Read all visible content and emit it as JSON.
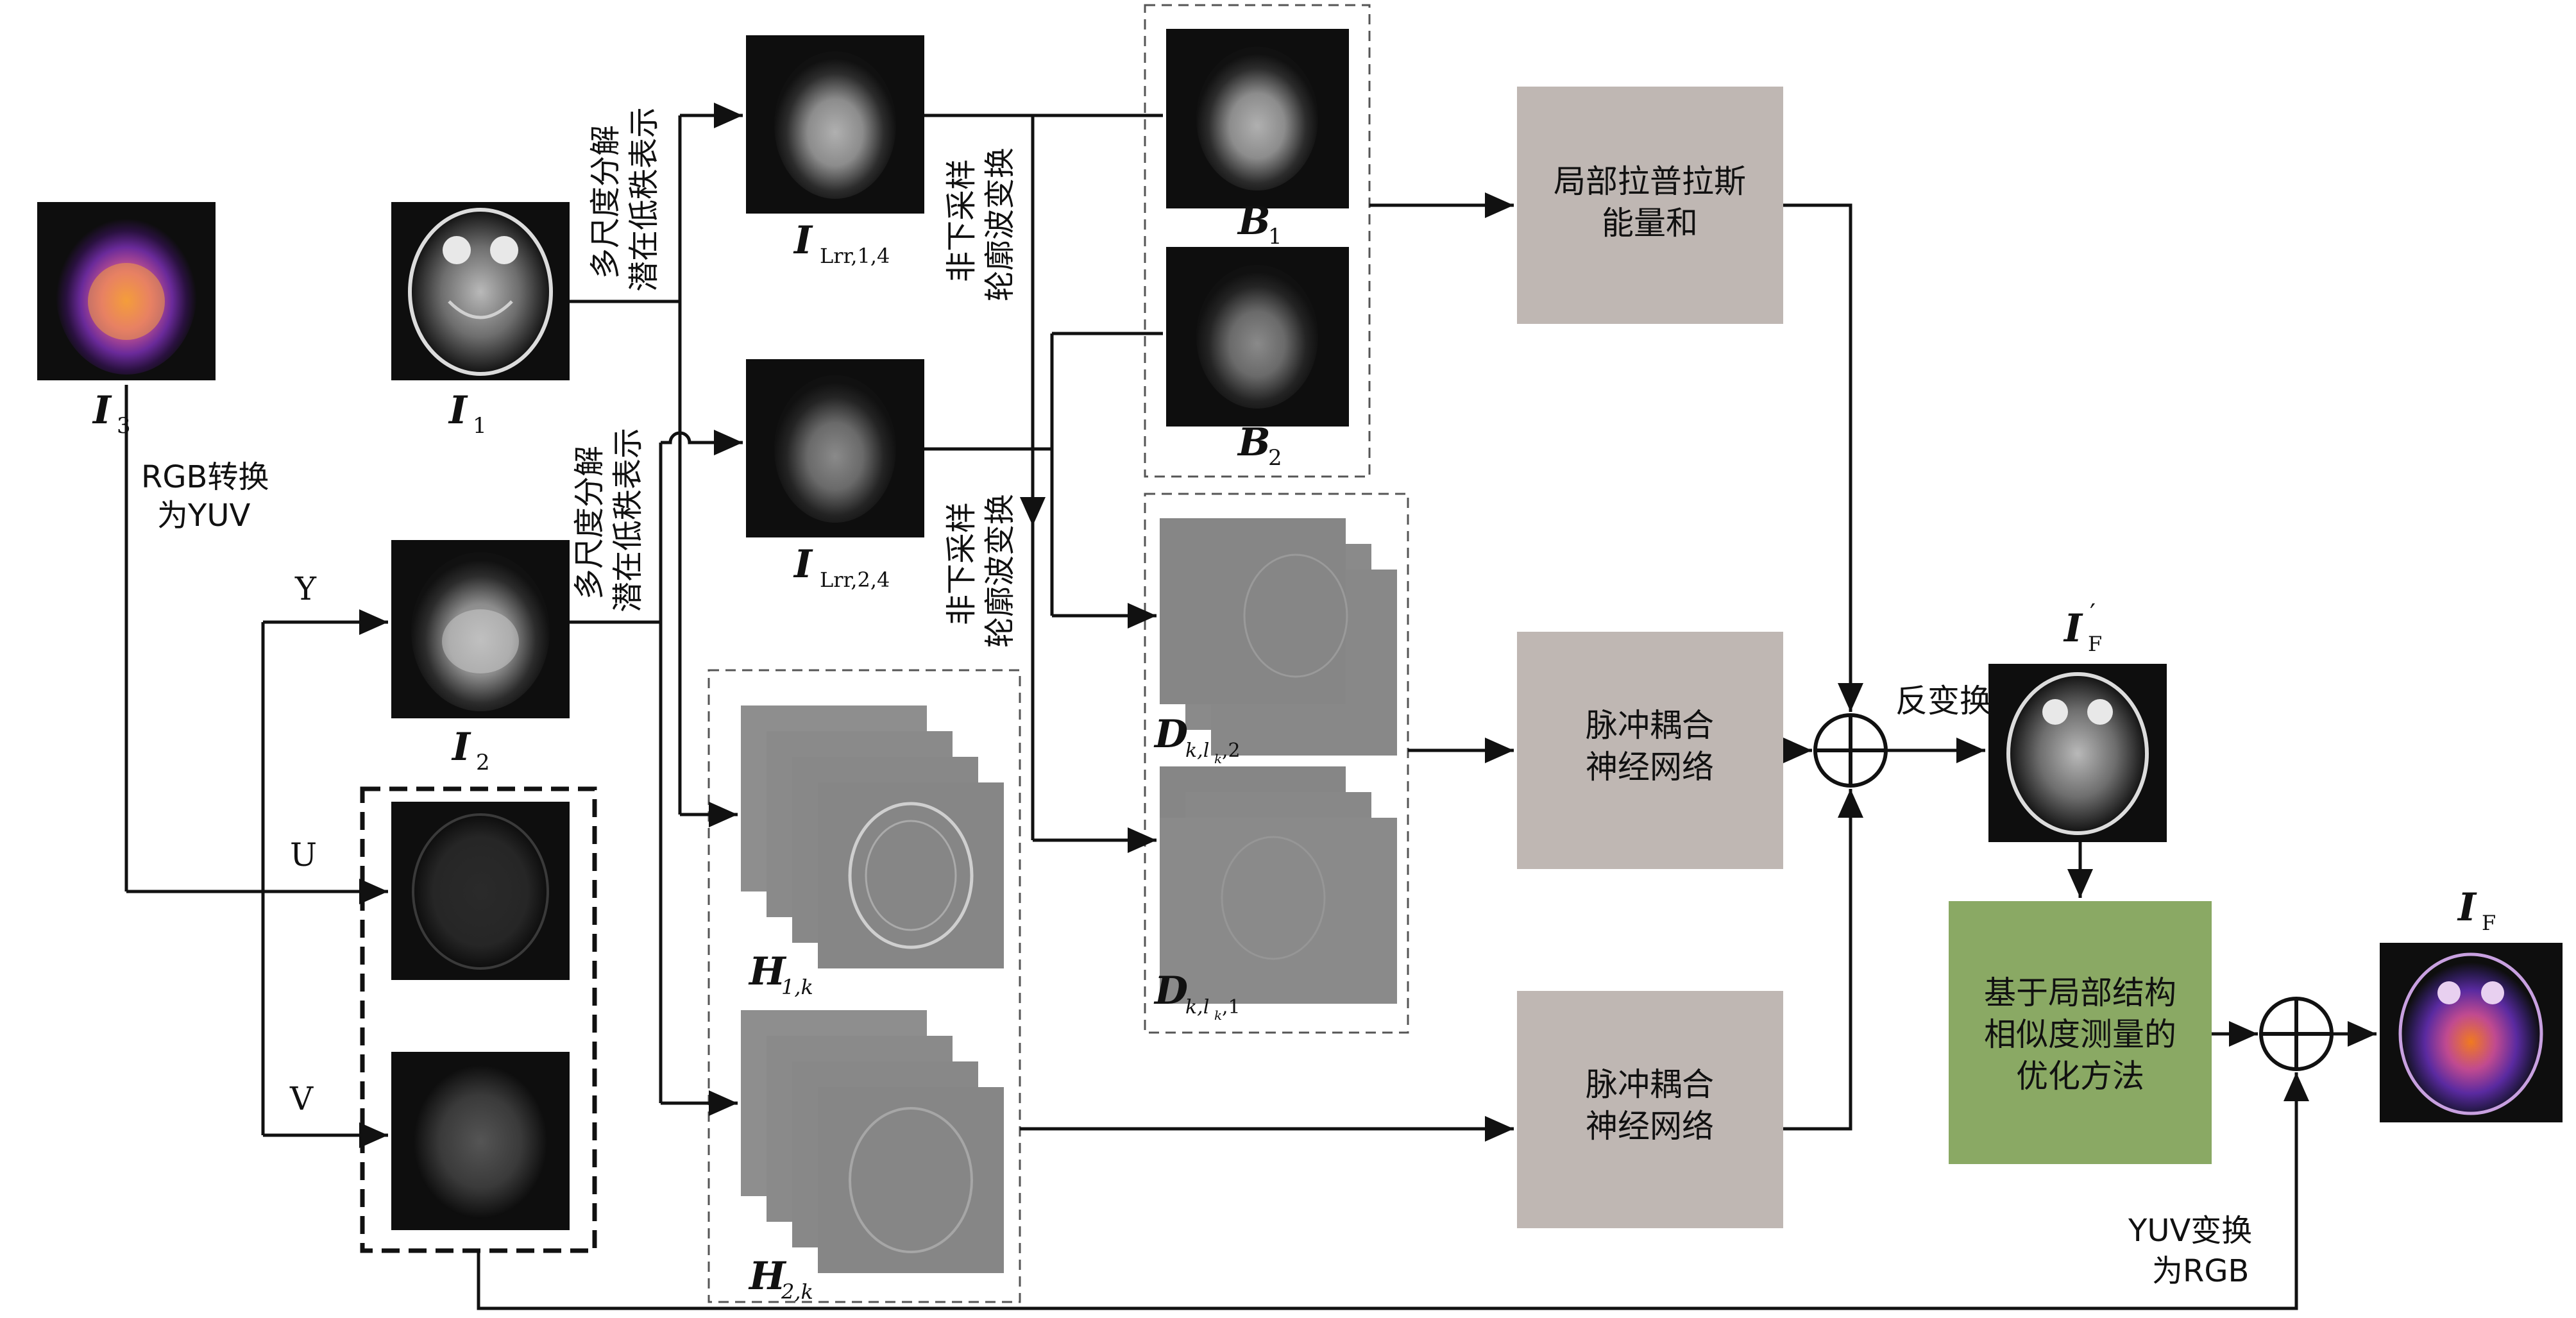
{
  "images": {
    "I3": {
      "var": "I",
      "sub": "3"
    },
    "I1": {
      "var": "I",
      "sub": "1"
    },
    "I2": {
      "var": "I",
      "sub": "2"
    },
    "ILrr14": {
      "var": "I",
      "sub": "Lrr,1,4"
    },
    "ILrr24": {
      "var": "I",
      "sub": "Lrr,2,4"
    },
    "B1": {
      "var": "B",
      "sub": "1"
    },
    "B2": {
      "var": "B",
      "sub": "2"
    },
    "H1k": {
      "var": "H",
      "sub": "1,k"
    },
    "H2k": {
      "var": "H",
      "sub": "2,k"
    },
    "Dk2": {
      "var": "D",
      "sub": "k,l",
      "subsub": "k",
      "tail": ",2"
    },
    "Dk1": {
      "var": "D",
      "sub": "k,l",
      "subsub": "k",
      "tail": ",1"
    },
    "IFp": {
      "var": "I",
      "sub": "F",
      "sup": "′"
    },
    "IF": {
      "var": "I",
      "sub": "F"
    }
  },
  "labels": {
    "rgb_to_yuv_1": "RGB转换",
    "rgb_to_yuv_2": "为YUV",
    "channel_y": "Y",
    "channel_u": "U",
    "channel_v": "V",
    "decomp_top_1": "多尺度分解",
    "decomp_top_2": "潜在低秩表示",
    "decomp_mid_1": "多尺度分解",
    "decomp_mid_2": "潜在低秩表示",
    "nsct_top_1": "非下采样",
    "nsct_top_2": "轮廓波变换",
    "nsct_mid_1": "非下采样",
    "nsct_mid_2": "轮廓波变换",
    "inverse": "反变换",
    "yuv_to_rgb_1": "YUV变换",
    "yuv_to_rgb_2": "为RGB"
  },
  "boxes": {
    "laplacian_1": "局部拉普拉斯",
    "laplacian_2": "能量和",
    "pcnn_top_1": "脉冲耦合",
    "pcnn_top_2": "神经网络",
    "pcnn_bot_1": "脉冲耦合",
    "pcnn_bot_2": "神经网络",
    "opt_1": "基于局部结构",
    "opt_2": "相似度测量的",
    "opt_3": "优化方法"
  },
  "colors": {
    "gray_box": "#bfb7b3",
    "green_box": "#8aa964",
    "line": "#111111"
  }
}
